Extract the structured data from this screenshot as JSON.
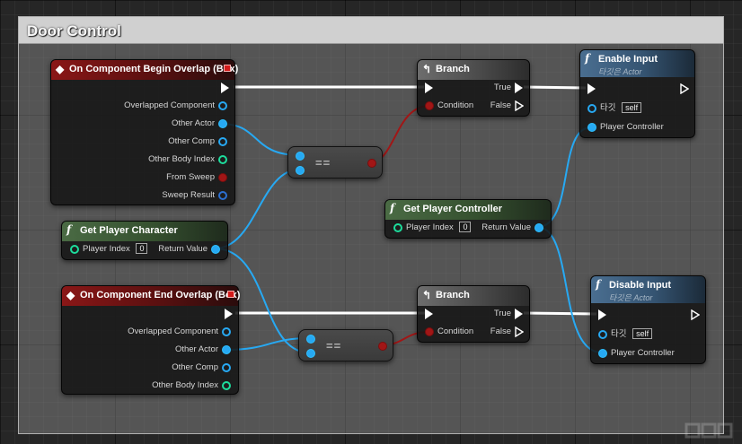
{
  "comment": {
    "title": "Door Control"
  },
  "nodes": {
    "begin_overlap": {
      "title": "On Component Begin Overlap (Box)",
      "pins": [
        "Overlapped Component",
        "Other Actor",
        "Other Comp",
        "Other Body Index",
        "From Sweep",
        "Sweep Result"
      ]
    },
    "end_overlap": {
      "title": "On Component End Overlap (Box)",
      "pins": [
        "Overlapped Component",
        "Other Actor",
        "Other Comp",
        "Other Body Index"
      ]
    },
    "get_player_character": {
      "title": "Get Player Character",
      "player_index_label": "Player Index",
      "player_index_value": "0",
      "return_label": "Return Value"
    },
    "get_player_controller": {
      "title": "Get Player Controller",
      "player_index_label": "Player Index",
      "player_index_value": "0",
      "return_label": "Return Value"
    },
    "branch_top": {
      "title": "Branch",
      "condition_label": "Condition",
      "true_label": "True",
      "false_label": "False"
    },
    "branch_bottom": {
      "title": "Branch",
      "condition_label": "Condition",
      "true_label": "True",
      "false_label": "False"
    },
    "equal_top": {
      "label": "=="
    },
    "equal_bottom": {
      "label": "=="
    },
    "enable_input": {
      "title": "Enable Input",
      "subtitle": "타깃은 Actor",
      "target_label": "타깃",
      "target_value": "self",
      "controller_label": "Player Controller"
    },
    "disable_input": {
      "title": "Disable Input",
      "subtitle": "타깃은 Actor",
      "target_label": "타깃",
      "target_value": "self",
      "controller_label": "Player Controller"
    }
  },
  "colors": {
    "exec_wire": "#ffffff",
    "object_wire": "#27a9f3",
    "bool_wire": "#a11616",
    "event_header": "#8a1717",
    "function_header_green": "#4a6b44",
    "function_header_blue": "#4a6e90"
  },
  "icons": {
    "event": "event-diamond-icon",
    "function": "function-f-icon",
    "branch": "branch-arrow-icon"
  }
}
